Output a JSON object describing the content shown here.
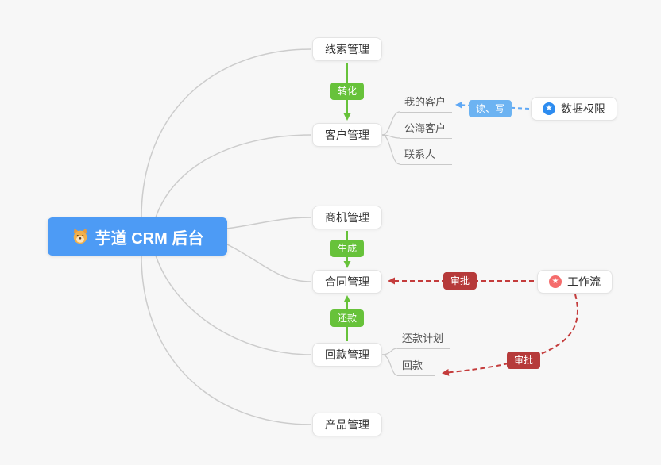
{
  "central_node": {
    "label": "芋道 CRM 后台",
    "icon": "dog-face-icon",
    "bg_color": "#4D9BF5"
  },
  "modules": [
    {
      "label": "线索管理"
    },
    {
      "label": "客户管理",
      "children": [
        "我的客户",
        "公海客户",
        "联系人"
      ]
    },
    {
      "label": "商机管理"
    },
    {
      "label": "合同管理"
    },
    {
      "label": "回款管理",
      "children": [
        "还款计划",
        "回款"
      ]
    },
    {
      "label": "产品管理"
    }
  ],
  "side_nodes": [
    {
      "label": "数据权限",
      "icon": "star-icon",
      "icon_color": "#2D8CF0"
    },
    {
      "label": "工作流",
      "icon": "star-icon",
      "icon_color": "#F56C6C"
    }
  ],
  "edge_labels": {
    "convert": "转化",
    "generate": "生成",
    "repay": "还款",
    "read_write": "读、写",
    "approve_contract": "审批",
    "approve_receivable": "审批"
  },
  "icons": {
    "star": "★"
  },
  "colors": {
    "background": "#F7F7F7",
    "primary_blue": "#4D9BF5",
    "green": "#67C23A",
    "pill_dark_red": "#B63A3A",
    "dashed_red": "#C43C3C",
    "light_blue_pill": "#6CB3F2",
    "blue_arrow": "#5FA8F5",
    "connector_gray": "#CCCCCC"
  }
}
